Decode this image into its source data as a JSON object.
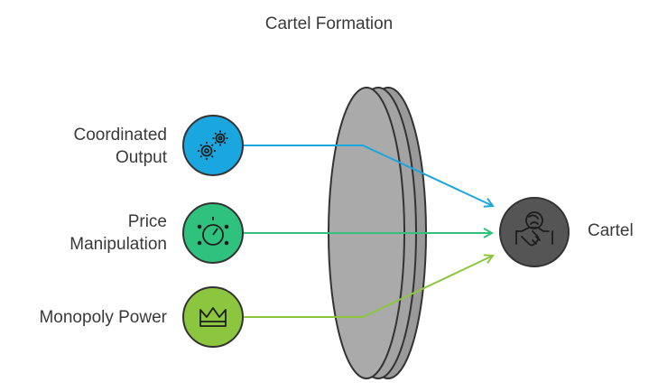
{
  "title": "Cartel Formation",
  "inputs": [
    {
      "label_lines": [
        "Coordinated",
        "Output"
      ],
      "icon": "gears-icon",
      "color": "#1aa6de"
    },
    {
      "label_lines": [
        "Price",
        "Manipulation"
      ],
      "icon": "price-dial-icon",
      "color": "#2ec27e"
    },
    {
      "label_lines": [
        "Monopoly Power"
      ],
      "icon": "crown-icon",
      "color": "#8cc63f"
    }
  ],
  "output": {
    "label": "Cartel",
    "icon": "handshake-icon",
    "color": "#555555"
  },
  "lens_color": "#a9a9a9"
}
